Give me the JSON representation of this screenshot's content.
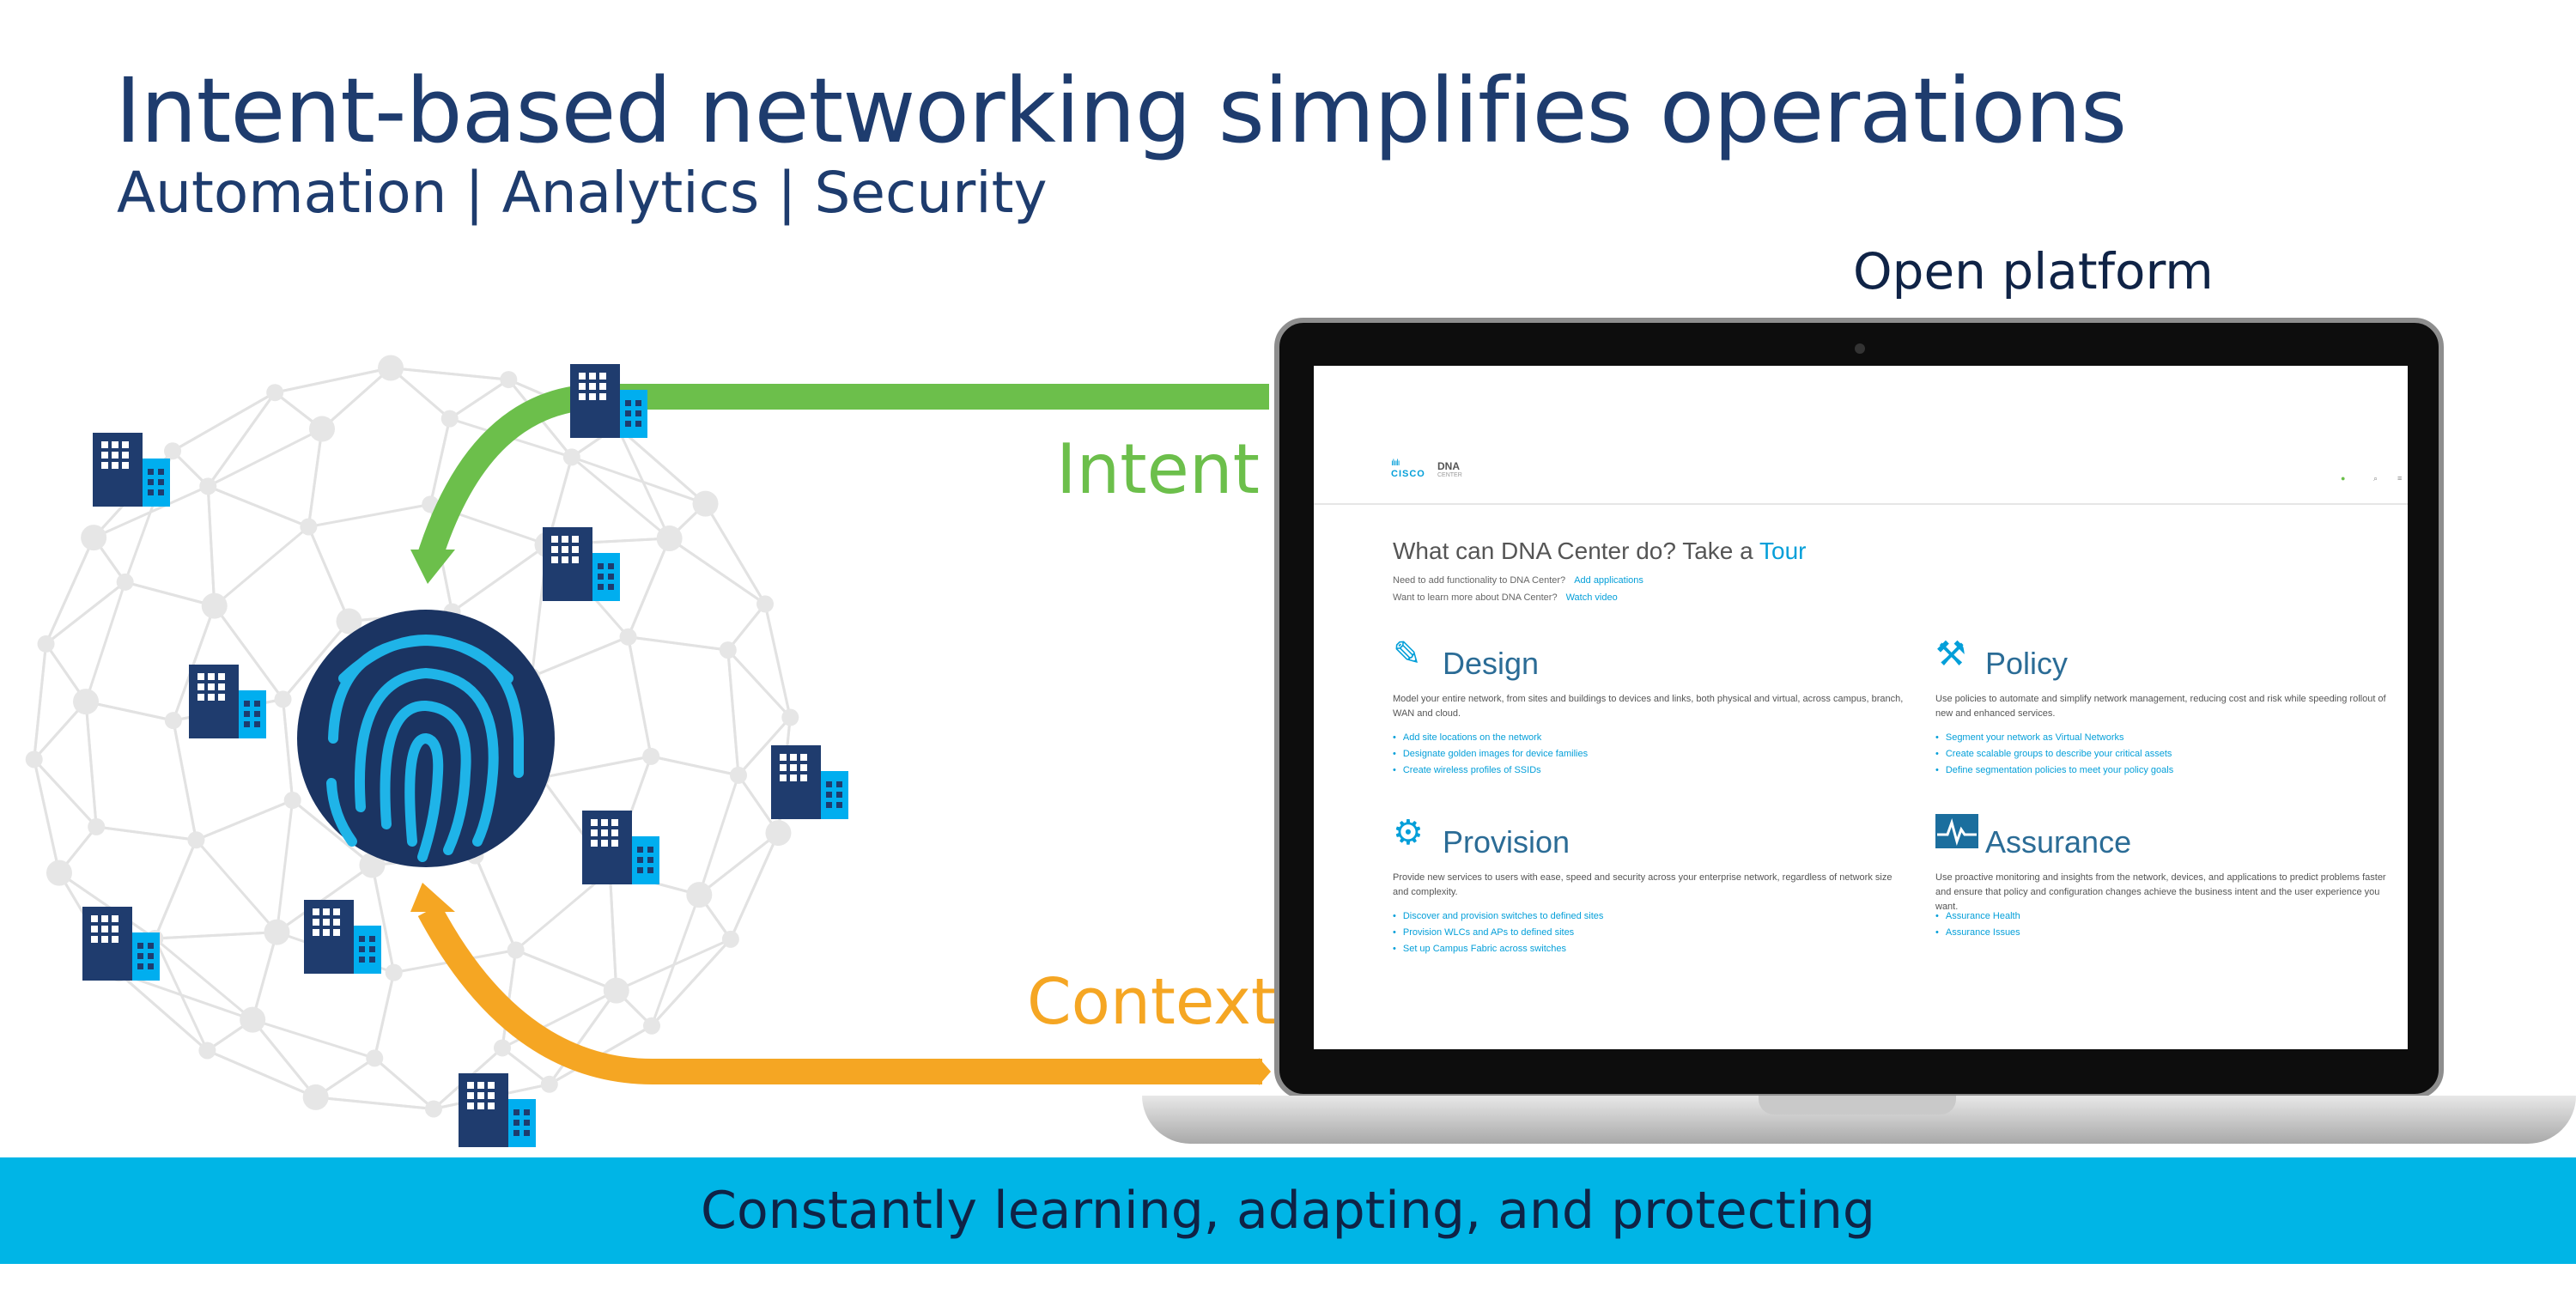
{
  "header": {
    "title": "Intent-based networking simplifies operations",
    "subtitle": "Automation | Analytics | Security",
    "open_platform": "Open platform"
  },
  "labels": {
    "intent": "Intent",
    "context": "Context"
  },
  "banner": {
    "text": "Constantly learning, adapting, and protecting"
  },
  "colors": {
    "title": "#1e3c6e",
    "intent": "#6cbf4b",
    "context": "#f5a623",
    "banner": "#00b5e6",
    "node_dark": "#1f3c6e",
    "node_light": "#00aeef"
  },
  "icons": {
    "center": "fingerprint-icon",
    "nodes": "building-icon"
  },
  "dna_center": {
    "logo_brand": "CISCO",
    "logo_product": "DNA",
    "logo_sub": "CENTER",
    "tour_prefix": "What can DNA Center do? Take a ",
    "tour_link": "Tour",
    "line1": "Need to add functionality to DNA Center?",
    "line1_link": "Add applications",
    "line2": "Want to learn more about DNA Center?",
    "line2_link": "Watch video",
    "sections": [
      {
        "title": "Design",
        "icon": "design-tools-icon",
        "desc": "Model your entire network, from sites and buildings to devices and links, both physical and virtual, across campus, branch, WAN and cloud.",
        "links": [
          "Add site locations on the network",
          "Designate golden images for device families",
          "Create wireless profiles of SSIDs"
        ]
      },
      {
        "title": "Policy",
        "icon": "gavel-icon",
        "desc": "Use policies to automate and simplify network management, reducing cost and risk while speeding rollout of new and enhanced services.",
        "links": [
          "Segment your network as Virtual Networks",
          "Create scalable groups to describe your critical assets",
          "Define segmentation policies to meet your policy goals"
        ]
      },
      {
        "title": "Provision",
        "icon": "gears-icon",
        "desc": "Provide new services to users with ease, speed and security across your enterprise network, regardless of network size and complexity.",
        "links": [
          "Discover and provision switches to defined sites",
          "Provision WLCs and APs to defined sites",
          "Set up Campus Fabric across switches"
        ]
      },
      {
        "title": "Assurance",
        "icon": "pulse-monitor-icon",
        "desc": "Use proactive monitoring and insights from the network, devices, and applications to predict problems faster and ensure that policy and configuration changes achieve the business intent and the user experience you want.",
        "links": [
          "Assurance Health",
          "Assurance Issues"
        ]
      }
    ]
  }
}
